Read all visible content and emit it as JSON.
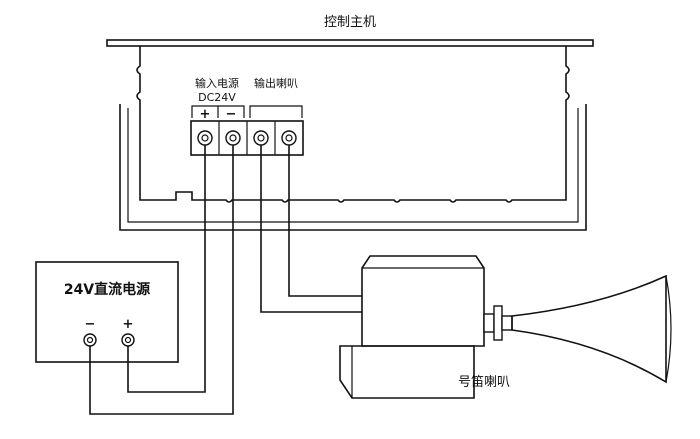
{
  "controller": {
    "title": "控制主机",
    "input_label": "输入电源",
    "input_voltage": "DC24V",
    "output_label": "输出喇叭",
    "plus_sign": "+",
    "minus_sign": "−"
  },
  "power_supply": {
    "title": "24V直流电源",
    "minus_sign": "−",
    "plus_sign": "+"
  },
  "horn": {
    "label": "号笛喇叭"
  }
}
